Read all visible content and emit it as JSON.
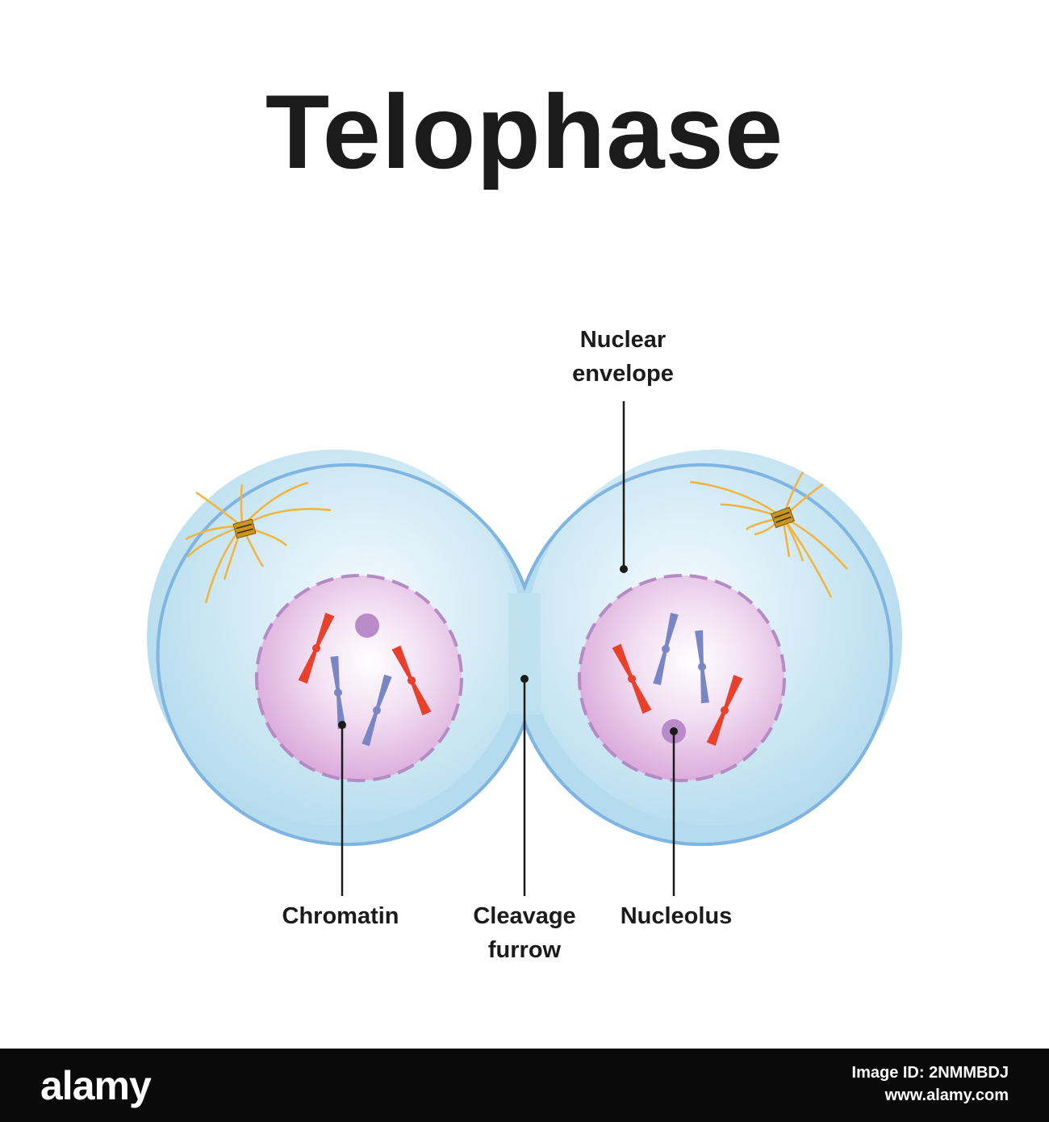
{
  "title": "Telophase",
  "labels": {
    "nuclear_envelope": [
      "Nuclear",
      "envelope"
    ],
    "chromatin": "Chromatin",
    "cleavage_furrow": [
      "Cleavage",
      "furrow"
    ],
    "nucleolus": "Nucleolus"
  },
  "colors": {
    "cell_fill_edge": "#b5dcee",
    "cell_fill_center": "#f6fbfe",
    "cell_outline": "#7fb5e0",
    "nucleus_fill_edge": "#d9a6d9",
    "nucleus_outline": "#b48cc4",
    "chromosome_red": "#e8402a",
    "chromosome_blue": "#7a86c4",
    "spindle_fibers": "#f2b43c",
    "centrosome": "#c9951e"
  },
  "footer": {
    "logo": "alamy",
    "image_id": "Image ID: 2NMMBDJ",
    "site": "www.alamy.com"
  }
}
